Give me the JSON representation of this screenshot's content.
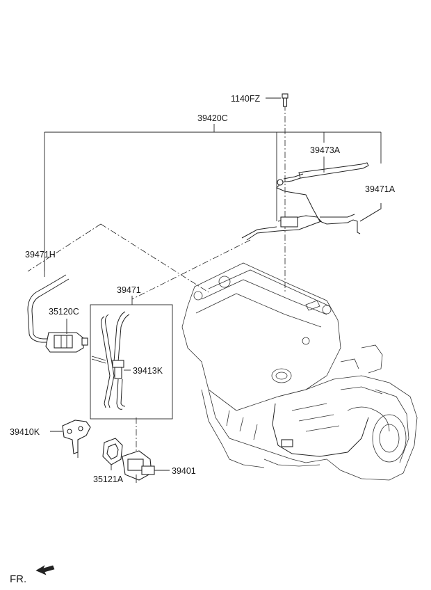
{
  "labels": {
    "bolt": "1140FZ",
    "hose_assembly": "39420C",
    "hose_a_cover": "39473A",
    "hose_a": "39471A",
    "hose_h": "39471H",
    "hose_kit": "39471",
    "connector_k": "39413K",
    "solenoid": "35120C",
    "bracket": "39410K",
    "insulator": "35121A",
    "sensor": "39401"
  },
  "direction": "FR."
}
